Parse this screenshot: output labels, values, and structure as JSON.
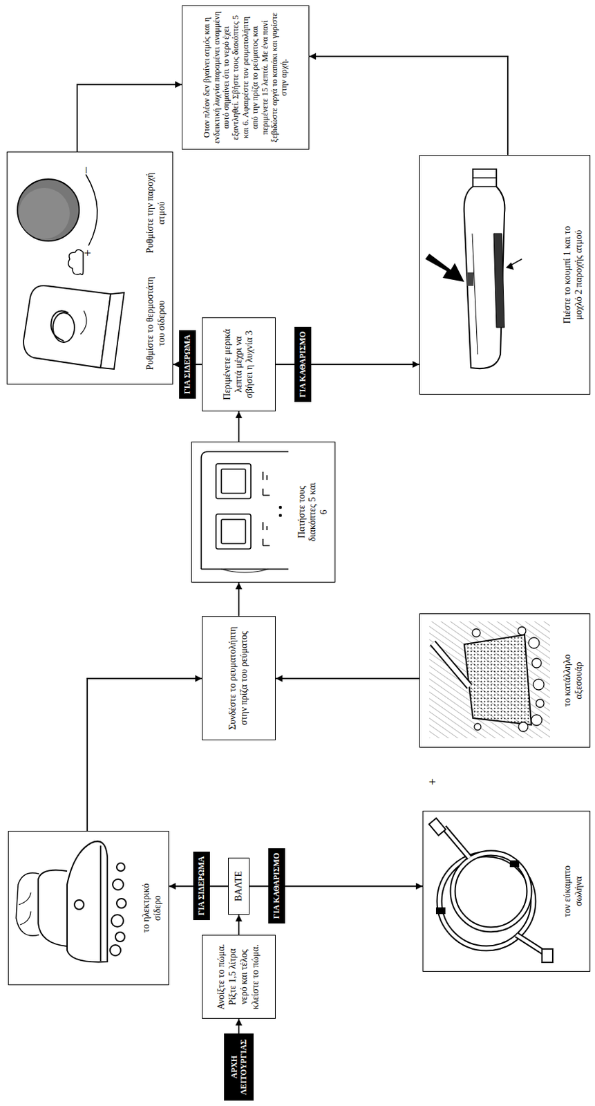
{
  "diagram": {
    "nodes": [
      {
        "text": [
          "ΑΡΧΗ ΛΕΙΤΟΥΡΓΙΑΣ"
        ]
      },
      {
        "text": [
          "Ανοίξτε το πώμα. Ρίξτε 1,5 λίτρα νερό και τέλος κλείστε το πώμα."
        ]
      },
      {
        "text": [
          "ΒΑΛΤΕ"
        ]
      },
      {
        "text": [
          "το ηλεκτρικό σίδερο"
        ]
      },
      {
        "text": [
          "τον εύκαμπτο σωλήνα"
        ]
      },
      {
        "text": [
          "το κατάλληλο αξεσουάρ"
        ]
      },
      {
        "text": [
          "Συνδέστε το ρευματολήπτη στην πρίζα του ρεύματος"
        ]
      },
      {
        "text": [
          "Πατήστε τους διακόπτες 5 και 6"
        ]
      },
      {
        "text": [
          "Περιμένετε μερικά λεπτά μέχρι να σβήσει η λυχνία 3"
        ]
      },
      {
        "text": [
          "Ρυθμίστε την παροχή ατμού",
          "Ρυθμίστε το θερμοστάτη του σίδερου"
        ]
      },
      {
        "text": [
          "Πιέστε το κουμπί 1 και το μοχλό 2 παροχής ατμού"
        ]
      },
      {
        "text": [
          "Οταν πλέον δεν βγαίνει ατμός και η ενδεικτική λυχνία παραμένει αναμμένη αυτό σημαίνει ότι το νερό έχει εξαντληθεί. Σβήστε τους διακόπτες 5 και 6. Αφαιρέστε τον ρευματολήπτη από την πρίζα το ρεύματος και περιμένετε 15 λεπτά. Με ένα πανί ξεβιδώστε αργά το καπάκι και γυρίστε στην αρχή."
        ]
      }
    ],
    "edges": [
      {
        "from": 0,
        "to": 1,
        "arrow": "to"
      },
      {
        "from": 1,
        "to": 2,
        "arrow": "to"
      },
      {
        "from": 2,
        "to": 3,
        "label": "ΓΙΑ ΣΙΔΕΡΩΜΑ",
        "arrow": "to"
      },
      {
        "from": 2,
        "to": 4,
        "label": "ΓΙΑ ΚΑΘΑΡΙΣΜΟ",
        "arrow": "to"
      },
      {
        "from": 3,
        "to": 6,
        "arrow": "to"
      },
      {
        "from": 5,
        "to": 6,
        "arrow": "to"
      },
      {
        "from": 6,
        "to": 7,
        "arrow": "to"
      },
      {
        "from": 7,
        "to": 8,
        "arrow": "to"
      },
      {
        "from": 8,
        "to": 9,
        "label": "ΓΙΑ ΣΙΔΕΡΩΜΑ",
        "arrow": "to"
      },
      {
        "from": 8,
        "to": 10,
        "label": "ΓΙΑ ΚΑΘΑΡΙΣΜΟ",
        "arrow": "to"
      },
      {
        "from": 9,
        "to": 11,
        "arrow": "to"
      },
      {
        "from": 10,
        "to": 11,
        "arrow": "to"
      }
    ],
    "labels": [
      "+",
      "–",
      "+"
    ]
  }
}
